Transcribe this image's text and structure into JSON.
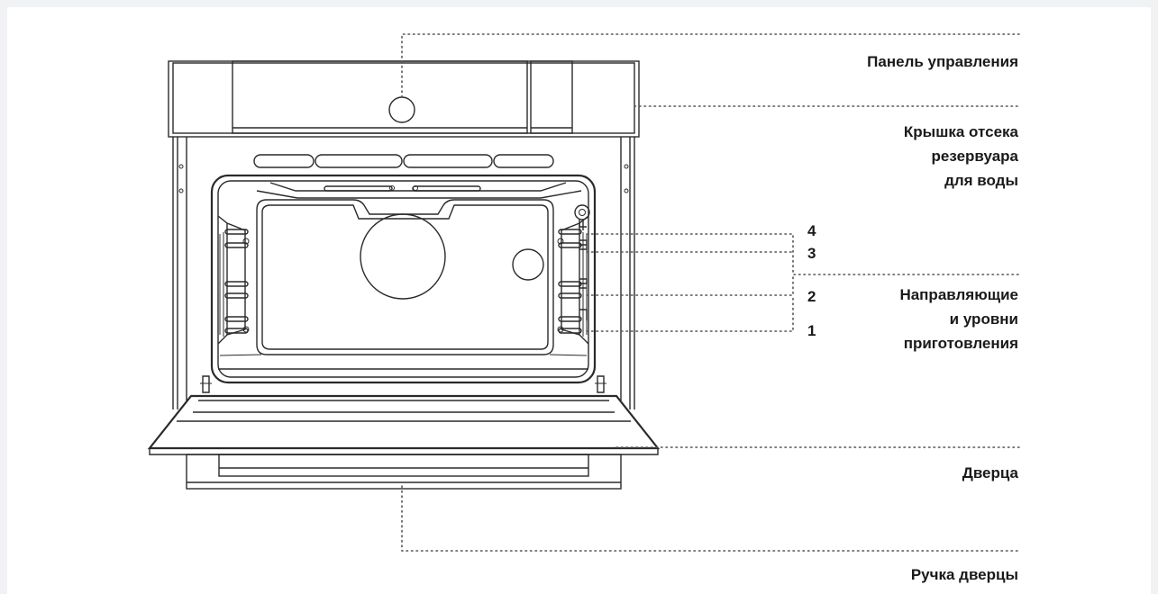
{
  "labels": {
    "control_panel": "Панель управления",
    "tank_cover_line1": "Крышка отсека",
    "tank_cover_line2": "резервуара",
    "tank_cover_line3": "для воды",
    "guides_line1": "Направляющие",
    "guides_line2": "и уровни",
    "guides_line3": "приготовления",
    "door": "Дверца",
    "door_handle": "Ручка дверцы"
  },
  "levels": {
    "four": "4",
    "three": "3",
    "two": "2",
    "one": "1"
  },
  "colors": {
    "background": "#f1f2f3",
    "card": "#ffffff",
    "line": "#2a2a2a"
  }
}
